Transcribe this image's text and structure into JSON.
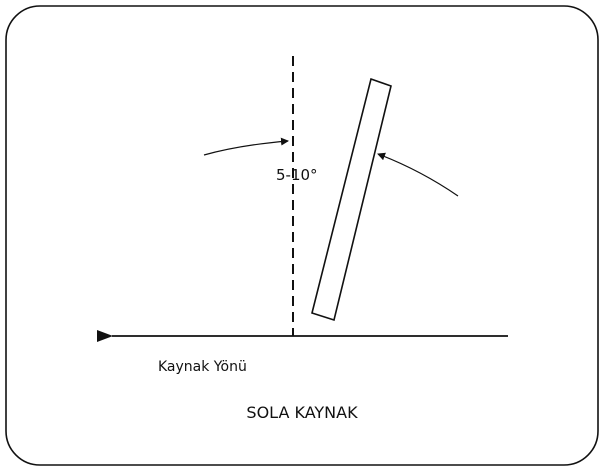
{
  "diagram": {
    "angle_label": "5-10°",
    "direction_label": "Kaynak Yönü",
    "caption": "SOLA KAYNAK"
  },
  "colors": {
    "stroke": "#111111",
    "background": "#ffffff"
  }
}
